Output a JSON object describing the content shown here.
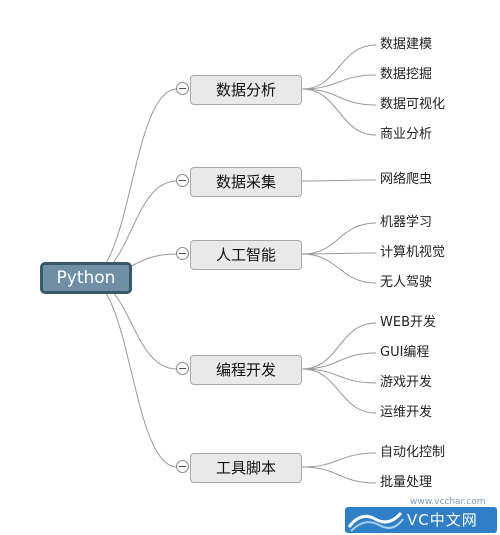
{
  "root": {
    "label": "Python"
  },
  "branches": [
    {
      "label": "数据分析",
      "leaves": [
        "数据建模",
        "数据挖掘",
        "数据可视化",
        "商业分析"
      ]
    },
    {
      "label": "数据采集",
      "leaves": [
        "网络爬虫"
      ]
    },
    {
      "label": "人工智能",
      "leaves": [
        "机器学习",
        "计算机视觉",
        "无人驾驶"
      ]
    },
    {
      "label": "编程开发",
      "leaves": [
        "WEB开发",
        "GUI编程",
        "游戏开发",
        "运维开发"
      ]
    },
    {
      "label": "工具脚本",
      "leaves": [
        "自动化控制",
        "批量处理"
      ]
    }
  ],
  "watermark": {
    "url": "www.vcchar.com",
    "name": "VC中文网"
  },
  "colors": {
    "root_fill": "#6e8fa5",
    "root_border": "#39586c",
    "branch_fill": "#e9e9e9",
    "connector": "#9a9a9a",
    "watermark": "#2f7fc6"
  }
}
